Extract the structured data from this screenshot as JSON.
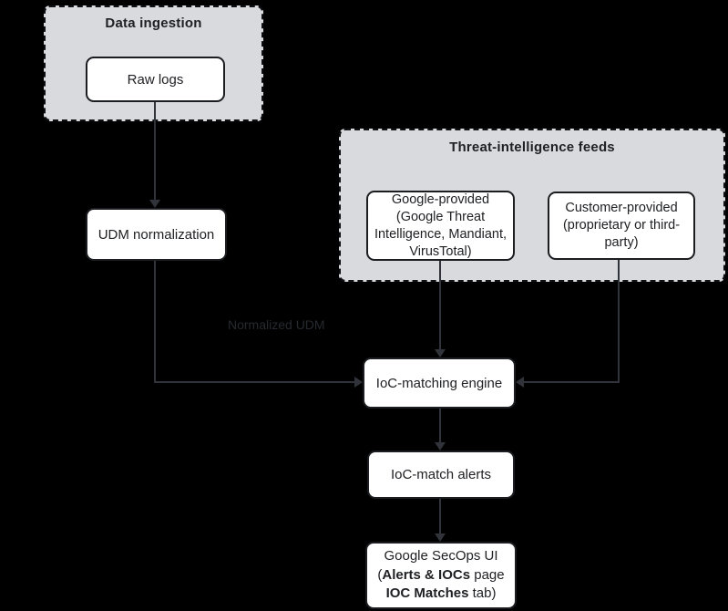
{
  "colors": {
    "background": "#000000",
    "container_fill": "#d9dadd",
    "container_border": "#0e1013",
    "node_fill": "#ffffff",
    "node_border": "#1b1d21",
    "node_text": "#202124",
    "arrow": "#303339",
    "edge_label_text": "#26292f"
  },
  "diagram": {
    "containers": {
      "data_ingestion": {
        "title": "Data ingestion"
      },
      "threat_feeds": {
        "title": "Threat-intelligence feeds"
      }
    },
    "nodes": {
      "raw_logs": {
        "label": "Raw logs"
      },
      "udm_normalization": {
        "label": "UDM normalization"
      },
      "google_provided": {
        "lines": [
          "Google-provided",
          "(Google Threat",
          "Intelligence, Mandiant,",
          "VirusTotal)"
        ]
      },
      "customer_provided": {
        "lines": [
          "Customer-provided",
          "(proprietary or third-",
          "party)"
        ]
      },
      "ioc_matching_engine": {
        "label": "IoC-matching engine"
      },
      "ioc_match_alerts": {
        "label": "IoC-match alerts"
      },
      "google_secops_ui": {
        "line1": "Google SecOps UI",
        "line2": [
          {
            "text": "(",
            "bold": false
          },
          {
            "text": "Alerts & IOCs",
            "bold": true
          },
          {
            "text": " page",
            "bold": false
          }
        ],
        "line3": [
          {
            "text": "IOC Matches",
            "bold": true
          },
          {
            "text": " tab)",
            "bold": false
          }
        ]
      }
    },
    "edge_labels": {
      "normalized_udm": "Normalized UDM"
    }
  }
}
